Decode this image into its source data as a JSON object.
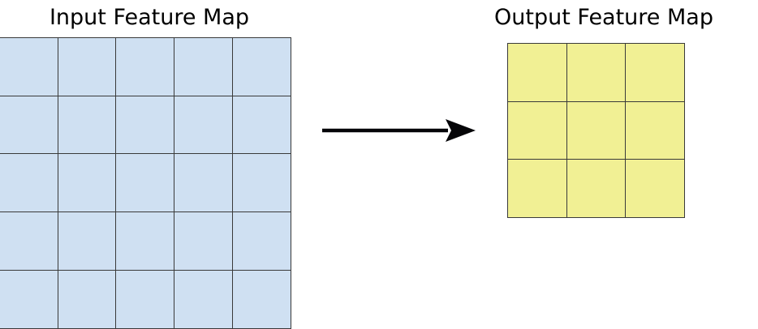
{
  "diagram": {
    "type": "feature-map-transformation",
    "background_color": "#ffffff",
    "input": {
      "title": "Input Feature Map",
      "rows": 5,
      "cols": 5,
      "cell_count": 25,
      "fill_color": "#cfe0f2",
      "stroke_color": "#3a3a3a"
    },
    "output": {
      "title": "Output Feature Map",
      "rows": 3,
      "cols": 3,
      "cell_count": 9,
      "fill_color": "#f1f094",
      "stroke_color": "#3a3a3a"
    },
    "connector": {
      "kind": "arrow",
      "direction": "left-to-right",
      "color": "#000000",
      "label": ""
    }
  }
}
